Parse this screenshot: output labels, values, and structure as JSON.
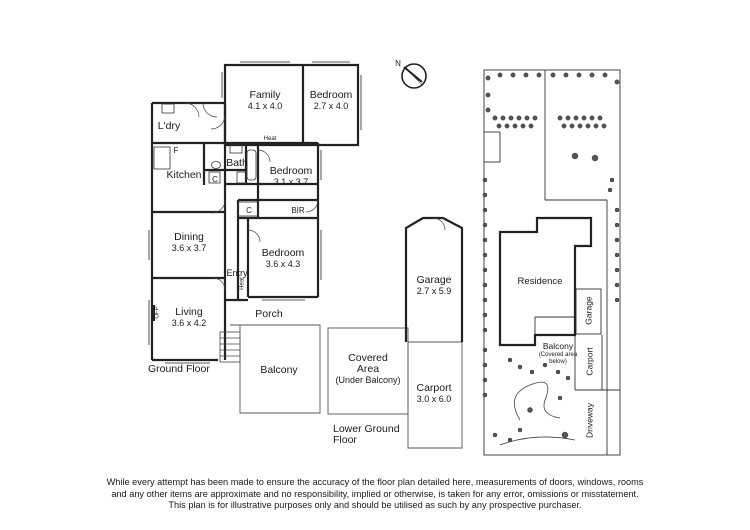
{
  "rooms": {
    "family": {
      "name": "Family",
      "dims": "4.1 x 4.0"
    },
    "bedroom1": {
      "name": "Bedroom",
      "dims": "2.7 x 4.0"
    },
    "laundry": {
      "name": "L'dry"
    },
    "bath": {
      "name": "Bath"
    },
    "kitchen": {
      "name": "Kitchen"
    },
    "bedroom2": {
      "name": "Bedroom",
      "dims": "3.1 x 3.7"
    },
    "dining": {
      "name": "Dining",
      "dims": "3.6 x 3.7"
    },
    "bedroom3": {
      "name": "Bedroom",
      "dims": "3.6 x 4.3"
    },
    "entry": {
      "name": "Entry"
    },
    "living": {
      "name": "Living",
      "dims": "3.6 x 4.2"
    },
    "porch": {
      "name": "Porch"
    },
    "balcony": {
      "name": "Balcony"
    },
    "garage": {
      "name": "Garage",
      "dims": "2.7 x 5.9"
    },
    "covered_area": {
      "line1": "Covered",
      "line2": "Area",
      "line3": "(Under Balcony)"
    },
    "carport": {
      "name": "Carport",
      "dims": "3.0 x 6.0"
    }
  },
  "fixtures": {
    "heat1": "Heat",
    "heat2": "Heat",
    "fridge": "F",
    "cupboard1": "C",
    "cupboard2": "C",
    "bir": "BIR",
    "ofp": "OFP"
  },
  "levels": {
    "ground": "Ground Floor",
    "lower_line1": "Lower Ground",
    "lower_line2": "Floor"
  },
  "site": {
    "residence": "Residence",
    "garage": "Garage",
    "balcony": "Balcony",
    "balcony_note_line1": "(Covered area",
    "balcony_note_line2": "below)",
    "carport": "Carport",
    "driveway": "Driveway"
  },
  "compass": {
    "label": "N"
  },
  "disclaimer": [
    "While every attempt has been made to ensure the accuracy of the floor plan detailed here, measurements of doors, windows, rooms",
    "and any other items are approximate and no responsibility, implied or otherwise, is taken for any error, omissions or misstatement.",
    "This plan is for illustrative purposes only and should be utilised as such by any prospective purchaser."
  ]
}
